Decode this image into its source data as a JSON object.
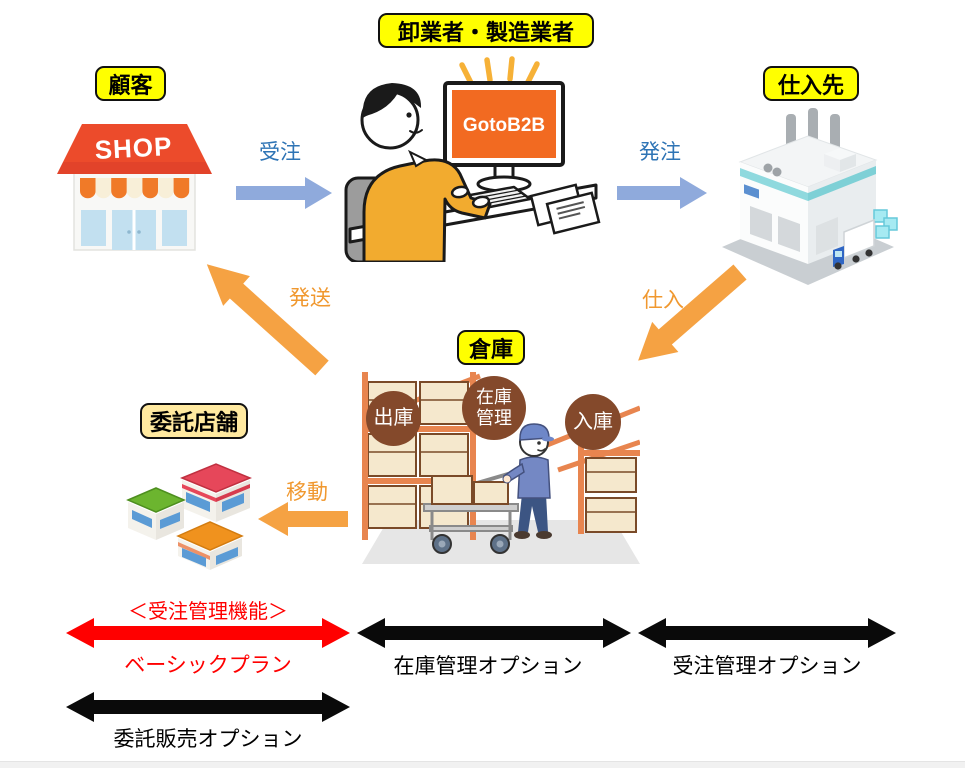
{
  "entities": {
    "wholesaler": "卸業者・製造業者",
    "customer": "顧客",
    "supplier": "仕入先",
    "warehouse": "倉庫",
    "consignment_store": "委託店舗"
  },
  "flows": {
    "order_received": "受注",
    "order_placed": "発注",
    "shipping": "発送",
    "purchase": "仕入",
    "move": "移動"
  },
  "warehouse_functions": {
    "outbound": "出庫",
    "inventory_control": "在庫管理",
    "inbound": "入庫"
  },
  "monitor": {
    "screen_text": "GotoB2B"
  },
  "shop": {
    "sign": "SHOP"
  },
  "plans": {
    "order_feature_caption": "＜受注管理機能＞",
    "basic_plan": "ベーシックプラン",
    "inventory_option": "在庫管理オプション",
    "order_option": "受注管理オプション",
    "consignment_option": "委託販売オプション"
  },
  "colors": {
    "label_bg": "#FFFF00",
    "consignment_label_bg": "#FFE9A0",
    "flow_blue": "#8FAADC",
    "flow_blue_text": "#2E74B5",
    "flow_orange": "#F5A243",
    "flow_orange_text": "#F0982F",
    "plan_red": "#FF0000",
    "plan_black": "#0A0A0A",
    "circle_brown": "#84492B",
    "monitor_screen": "#F26A21",
    "shop_roof_red": "#EC4B2B"
  }
}
